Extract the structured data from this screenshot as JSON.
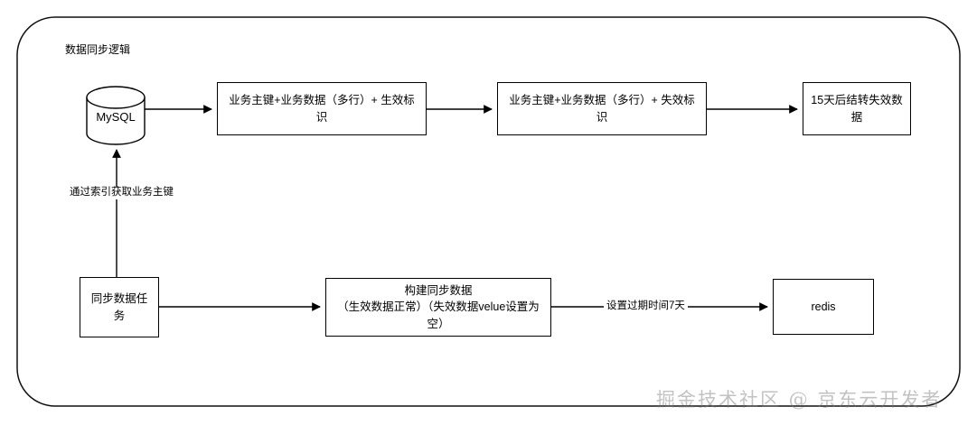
{
  "diagram": {
    "container_title": "数据同步逻辑",
    "watermark": "掘金技术社区 @ 京东云开发者",
    "colors": {
      "stroke": "#000000",
      "background": "#ffffff",
      "watermark": "rgba(120,120,120,0.45)"
    },
    "nodes": {
      "mysql": {
        "label": "MySQL",
        "shape": "cylinder"
      },
      "valid_record": {
        "label": "业务主键+业务数据（多行）+ 生效标识",
        "shape": "rect"
      },
      "invalid_record": {
        "label": "业务主键+业务数据（多行）+ 失效标识",
        "shape": "rect"
      },
      "carry_over": {
        "label": "15天后结转失效数据",
        "shape": "rect"
      },
      "sync_task": {
        "label": "同步数据任务",
        "shape": "rect"
      },
      "build_sync_data": {
        "label": "构建同步数据\n（生效数据正常）（失效数据velue设置为空）",
        "shape": "rect"
      },
      "redis": {
        "label": "redis",
        "shape": "rect"
      }
    },
    "edges": {
      "sync_task_to_mysql": {
        "label": "通过索引获取业务主键"
      },
      "mysql_to_valid": {
        "label": ""
      },
      "valid_to_invalid": {
        "label": ""
      },
      "invalid_to_carryover": {
        "label": ""
      },
      "sync_task_to_build": {
        "label": ""
      },
      "build_to_redis": {
        "label": "设置过期时间7天"
      }
    }
  }
}
